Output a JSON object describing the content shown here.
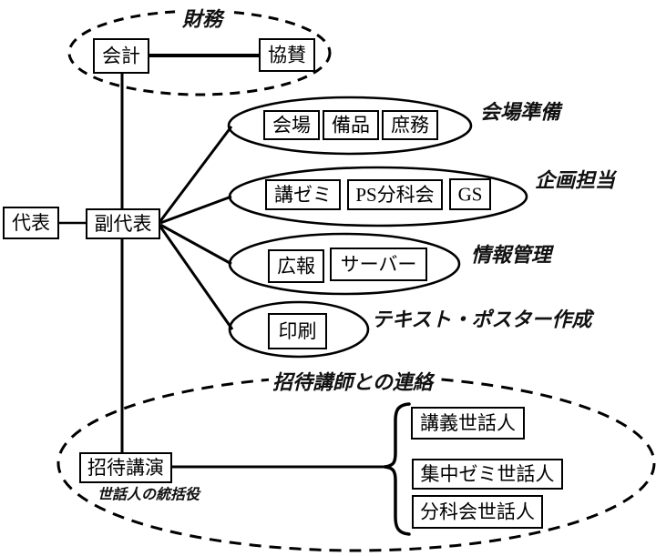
{
  "finance": {
    "label": "財務",
    "accounting": "会計",
    "sponsorship": "協賛"
  },
  "root": {
    "representative": "代表",
    "vice_representative": "副代表"
  },
  "groups": [
    {
      "label": "会場準備",
      "items": [
        "会場",
        "備品",
        "庶務"
      ]
    },
    {
      "label": "企画担当",
      "items": [
        "講ゼミ",
        "PS分科会",
        "GS"
      ]
    },
    {
      "label": "情報管理",
      "items": [
        "広報",
        "サーバー"
      ]
    },
    {
      "label": "テキスト・ポスター作成",
      "items": [
        "印刷"
      ]
    }
  ],
  "invited": {
    "label": "招待講師との連絡",
    "main": "招待講演",
    "sub_label": "世話人の統括役",
    "items": [
      "講義世話人",
      "集中ゼミ世話人",
      "分科会世話人"
    ]
  },
  "colors": {
    "line": "#000000",
    "background": "#ffffff"
  }
}
